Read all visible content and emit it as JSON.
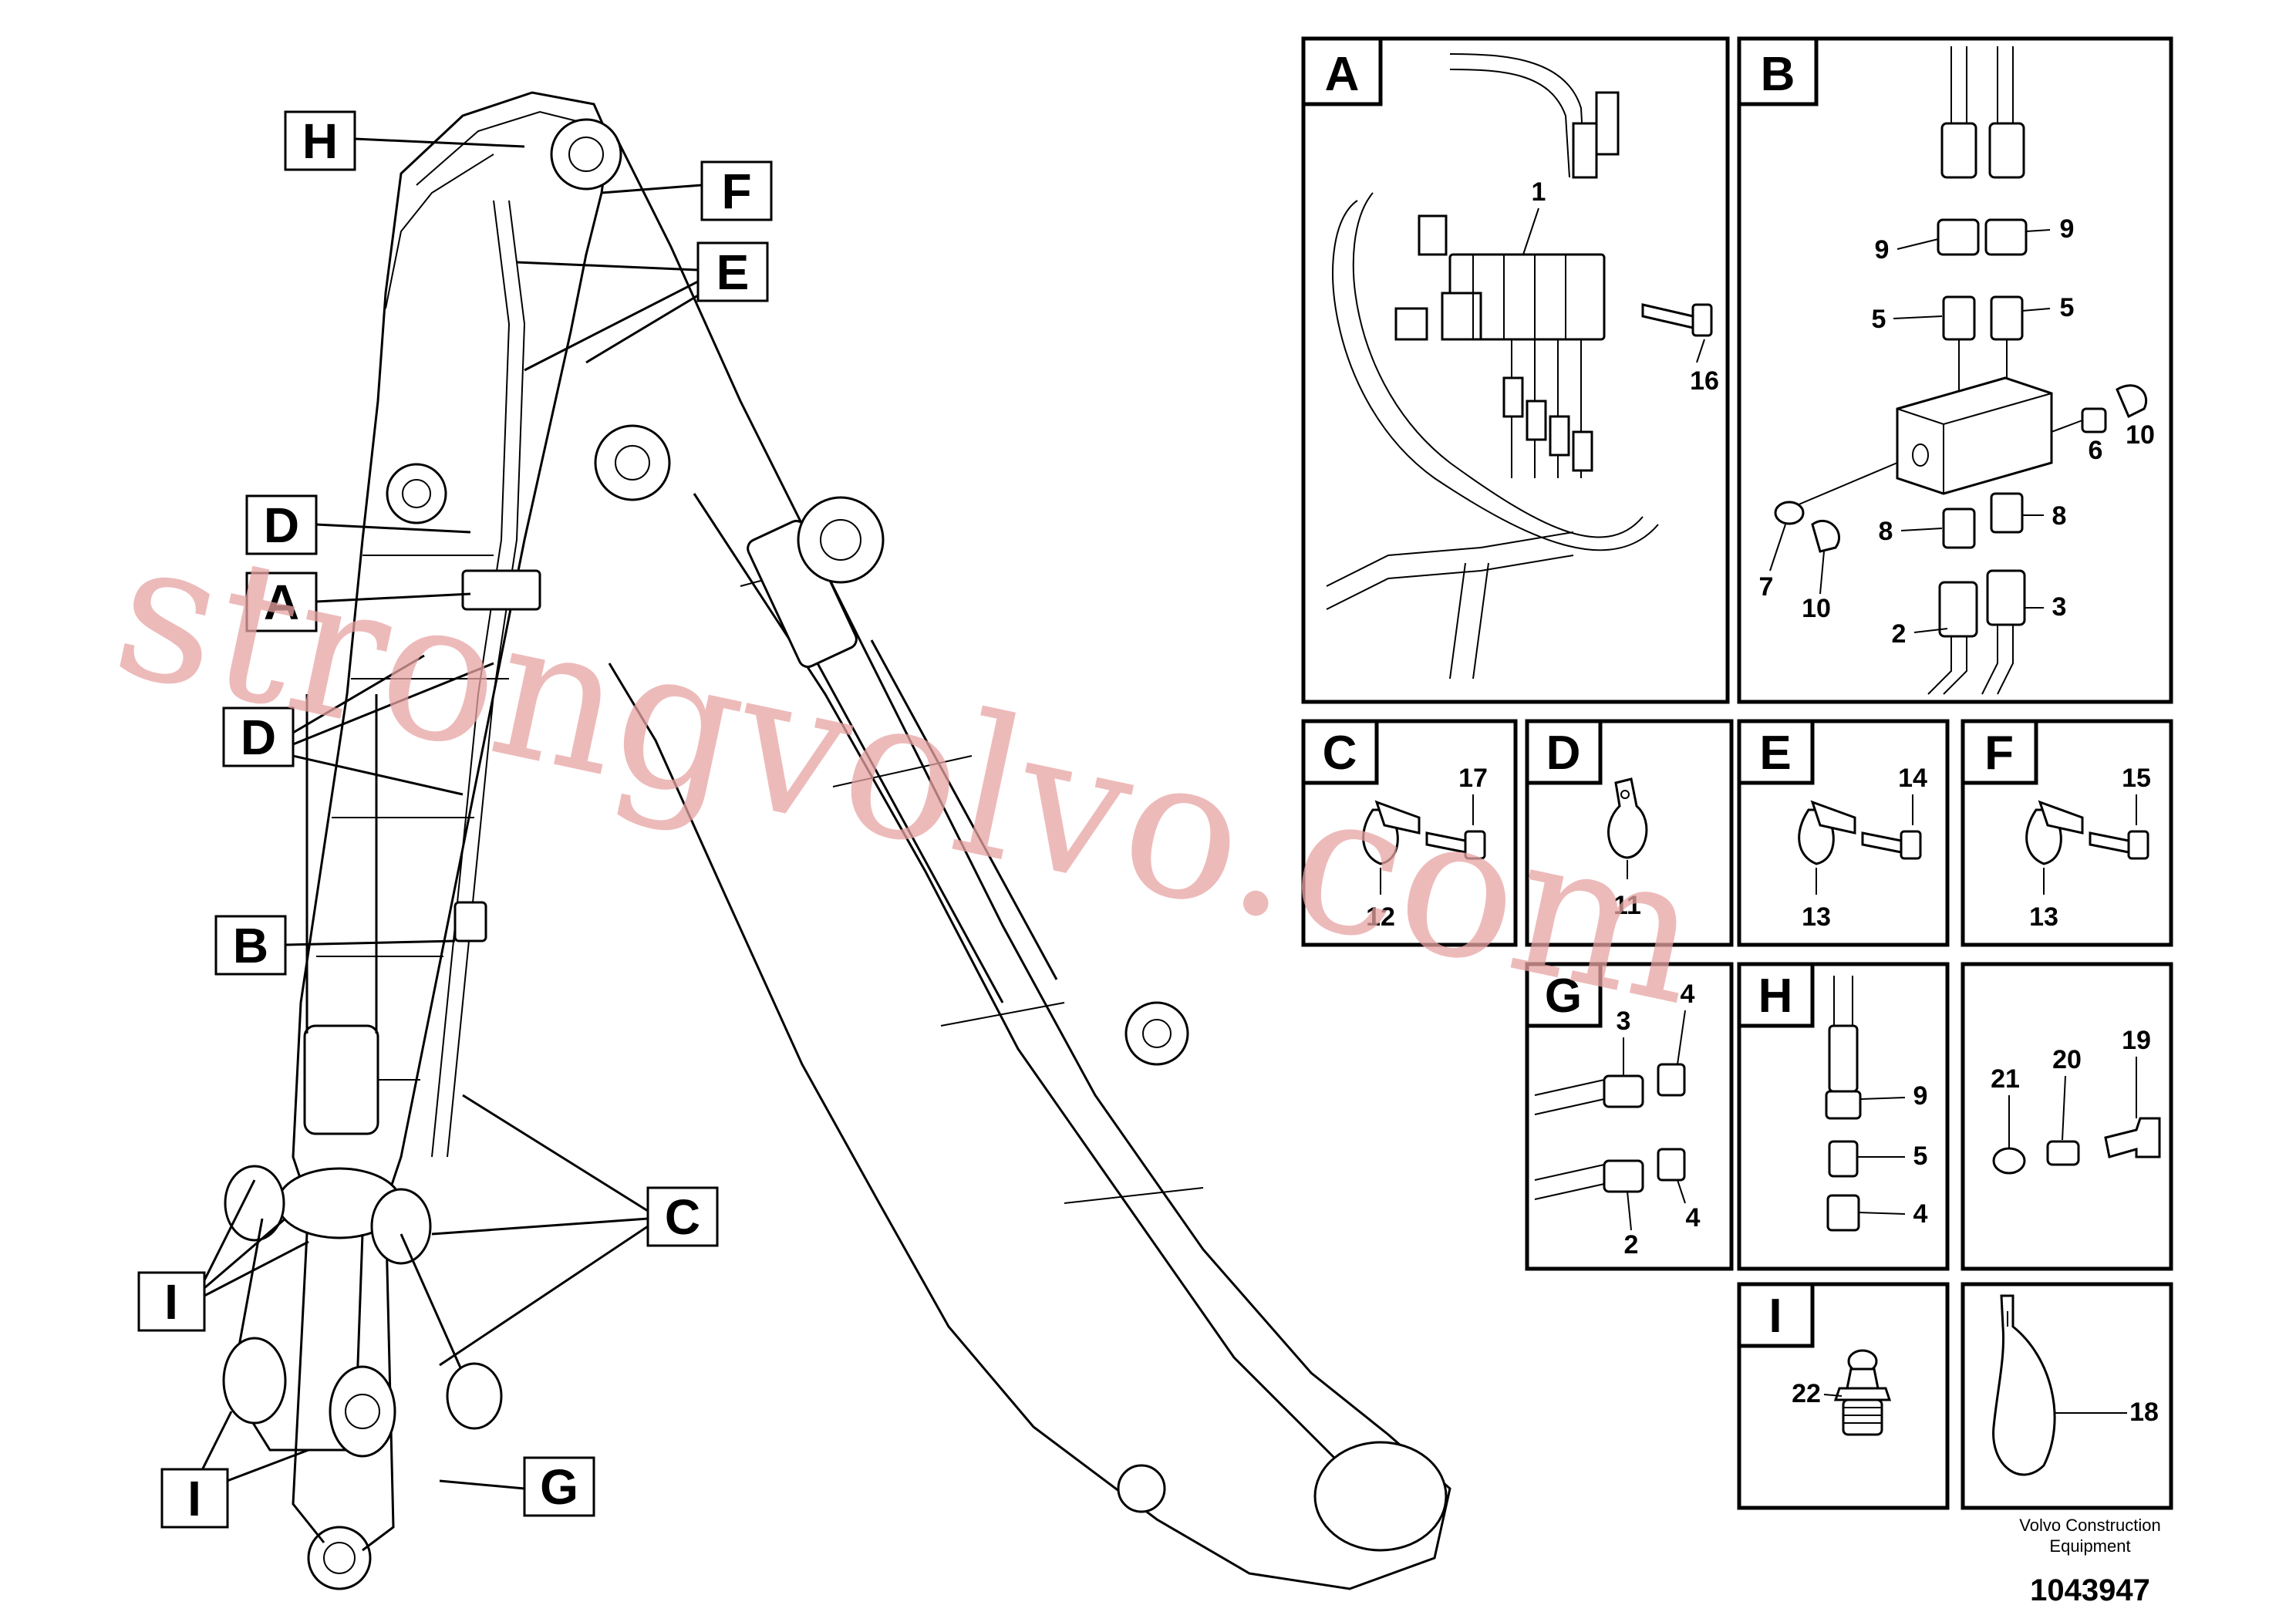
{
  "callouts": {
    "H": "H",
    "F": "F",
    "E": "E",
    "D1": "D",
    "A": "A",
    "D2": "D",
    "B": "B",
    "C": "C",
    "I1": "I",
    "I2": "I",
    "G": "G"
  },
  "panels": {
    "A": {
      "letter": "A",
      "nums": [
        "1",
        "16"
      ]
    },
    "B": {
      "letter": "B",
      "nums": [
        "9",
        "9",
        "5",
        "5",
        "6",
        "10",
        "8",
        "8",
        "7",
        "10",
        "2",
        "3"
      ]
    },
    "C": {
      "letter": "C",
      "nums": [
        "17",
        "12"
      ]
    },
    "D": {
      "letter": "D",
      "nums": [
        "11"
      ]
    },
    "E": {
      "letter": "E",
      "nums": [
        "14",
        "13"
      ]
    },
    "F": {
      "letter": "F",
      "nums": [
        "15",
        "13"
      ]
    },
    "G": {
      "letter": "G",
      "nums": [
        "3",
        "4",
        "4",
        "2"
      ]
    },
    "H": {
      "letter": "H",
      "nums": [
        "9",
        "5",
        "4"
      ]
    },
    "K": {
      "letter": "",
      "nums": [
        "21",
        "20",
        "19"
      ]
    },
    "I": {
      "letter": "I",
      "nums": [
        "22"
      ]
    },
    "J": {
      "letter": "",
      "nums": [
        "18"
      ]
    }
  },
  "watermark": "strongvolvo.com",
  "footer": {
    "company_line1": "Volvo Construction",
    "company_line2": "Equipment",
    "doc_number": "1043947"
  }
}
